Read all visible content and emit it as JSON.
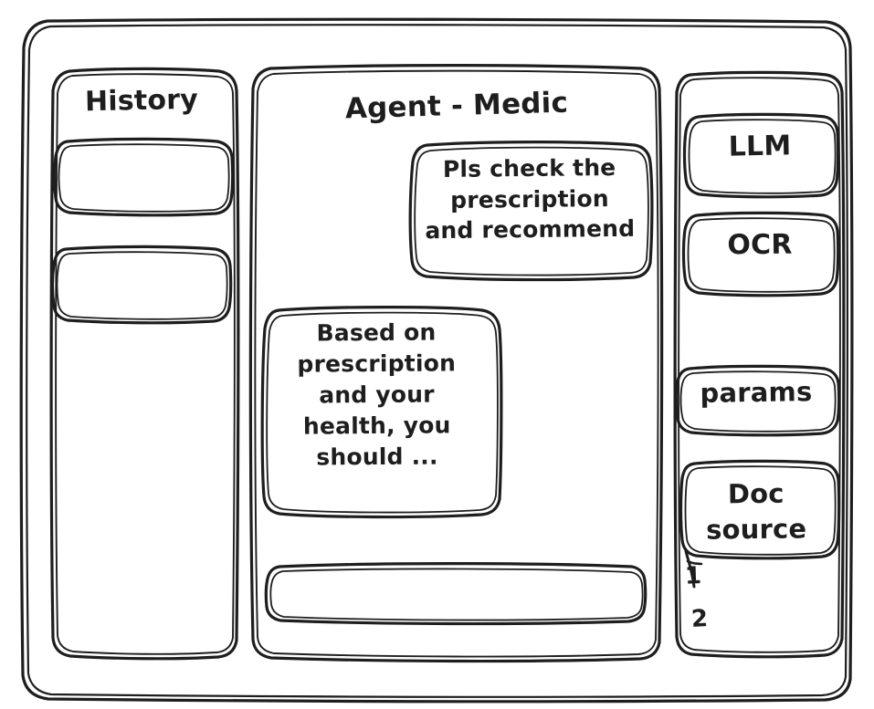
{
  "meta": {
    "style": "hand-drawn wireframe sketch",
    "stroke_color": "#1e1e1e",
    "background_color": "#ffffff"
  },
  "window": {
    "name": "app-window-frame"
  },
  "sidebar_left": {
    "title": "History",
    "items": [
      {
        "label": ""
      },
      {
        "label": ""
      }
    ]
  },
  "main": {
    "title": "Agent - Medic",
    "messages": [
      {
        "role": "user",
        "text": "Pls check the\nprescription\nand recommend"
      },
      {
        "role": "agent",
        "text": "Based on\nprescription\nand your\nhealth, you\nshould ..."
      }
    ],
    "composer": {
      "value": "",
      "placeholder": ""
    }
  },
  "sidebar_right": {
    "tools": [
      {
        "label": "LLM"
      },
      {
        "label": "OCR"
      },
      {
        "label": "params"
      }
    ],
    "doc_source": {
      "label": "Doc\nsource",
      "items": [
        {
          "marker": "1",
          "label": ""
        },
        {
          "marker": "2",
          "label": ""
        }
      ]
    }
  }
}
